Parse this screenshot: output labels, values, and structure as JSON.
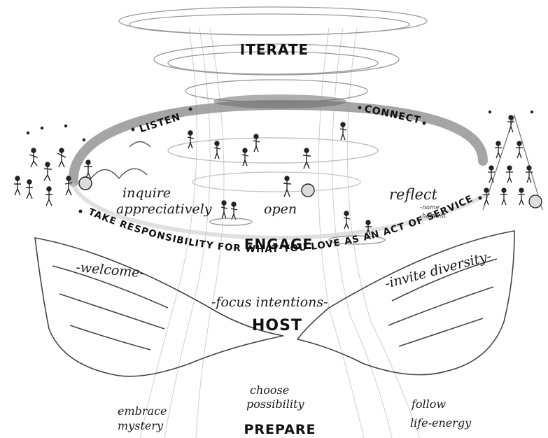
{
  "diagram": {
    "top_label": "ITERATE",
    "ring_left_label": "LISTEN",
    "ring_right_label": "CONNECT",
    "arc_text": "TAKE RESPONSIBILITY FOR WHAT YOU LOVE AS AN ACT OF SERVICE",
    "engage_label": "ENGAGE",
    "host_label": "HOST",
    "prepare_label": "PREPARE",
    "practices": {
      "inquire_1": "inquire",
      "inquire_2": "appreciatively",
      "open": "open",
      "reflect": "reflect",
      "reflect_name": "-name",
      "reflect_harvest": "-harvest",
      "welcome": "-welcome-",
      "invite_diversity": "-invite diversity-",
      "focus_intentions": "-focus intentions-",
      "choose_1": "choose",
      "choose_2": "possibility",
      "embrace_1": "embrace",
      "embrace_2": "mystery",
      "follow_1": "follow",
      "follow_2": "life-energy"
    }
  }
}
